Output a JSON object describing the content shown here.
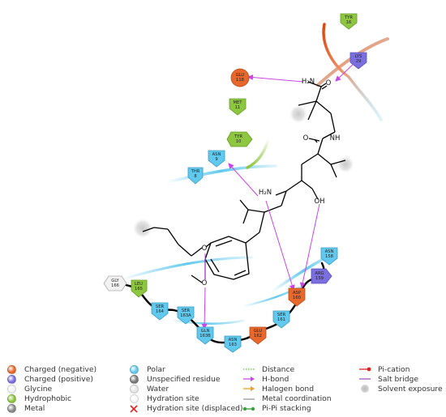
{
  "residues": [
    {
      "key": "tyr16",
      "name": "TYR",
      "num": "16",
      "type": "hydrophobic"
    },
    {
      "key": "lys29",
      "name": "LYS",
      "num": "29",
      "type": "positive"
    },
    {
      "key": "glu118",
      "name": "GLU",
      "num": "118",
      "type": "negative"
    },
    {
      "key": "met11",
      "name": "MET",
      "num": "11",
      "type": "hydrophobic"
    },
    {
      "key": "tyr10",
      "name": "TYR",
      "num": "10",
      "type": "hydrophobic"
    },
    {
      "key": "asn9",
      "name": "ASN",
      "num": "9",
      "type": "polar"
    },
    {
      "key": "thr8",
      "name": "THR",
      "num": "8",
      "type": "polar"
    },
    {
      "key": "asn158",
      "name": "ASN",
      "num": "158",
      "type": "polar"
    },
    {
      "key": "arg159",
      "name": "ARG",
      "num": "159",
      "type": "positive"
    },
    {
      "key": "asp160",
      "name": "ASP",
      "num": "160",
      "type": "negative"
    },
    {
      "key": "ser161",
      "name": "SER",
      "num": "161",
      "type": "polar"
    },
    {
      "key": "glu162",
      "name": "GLU",
      "num": "162",
      "type": "negative"
    },
    {
      "key": "asn163",
      "name": "ASN",
      "num": "163",
      "type": "polar"
    },
    {
      "key": "gln163b",
      "name": "GLN",
      "num": "163B",
      "type": "polar"
    },
    {
      "key": "ser163a",
      "name": "SER",
      "num": "163A",
      "type": "polar"
    },
    {
      "key": "ser164",
      "name": "SER",
      "num": "164",
      "type": "polar"
    },
    {
      "key": "leu165",
      "name": "LEU",
      "num": "165",
      "type": "hydrophobic"
    },
    {
      "key": "gly166",
      "name": "GLY",
      "num": "166",
      "type": "glycine"
    }
  ],
  "atoms": {
    "nh2_amide": "H₂N",
    "o_amide": "O",
    "nh": "NH",
    "o_carbonyl": "O",
    "nh2": "H₂N",
    "oh": "OH",
    "o_ether1": "O",
    "o_ether2": "O"
  },
  "colors": {
    "negative": "#e8672a",
    "positive": "#7b6fe0",
    "glycine": "#f2f2f2",
    "hydrophobic": "#8dc63f",
    "metal": "#9a9a9a",
    "polar": "#62c9ee",
    "unspecified": "#8a8a8a",
    "water": "#e6e6e6",
    "hbond": "#cc44e8",
    "halogen": "#e8a020",
    "distance": "#7bd36b",
    "pipi": "#3aa23a",
    "pication": "#dd2222",
    "saltbridge": "#9b59b6",
    "exposure": "#cfcfcf"
  },
  "legend": {
    "col1": [
      {
        "label": "Charged (negative)",
        "icon": "ball-icon",
        "color": "#e8672a"
      },
      {
        "label": "Charged (positive)",
        "icon": "ball-icon",
        "color": "#7b6fe0"
      },
      {
        "label": "Glycine",
        "icon": "ball-icon",
        "color": "#f2f2f2"
      },
      {
        "label": "Hydrophobic",
        "icon": "ball-icon",
        "color": "#8dc63f"
      },
      {
        "label": "Metal",
        "icon": "ball-icon",
        "color": "#8a8a8a"
      }
    ],
    "col2": [
      {
        "label": "Polar",
        "icon": "ball-icon",
        "color": "#62c9ee"
      },
      {
        "label": "Unspecified residue",
        "icon": "ball-icon",
        "color": "#7a7a7a"
      },
      {
        "label": "Water",
        "icon": "ball-icon",
        "color": "#e6e6e6"
      },
      {
        "label": "Hydration site",
        "icon": "ball-icon",
        "color": "#f7f7f7"
      },
      {
        "label": "Hydration site (displaced)",
        "icon": "cross-icon",
        "color": "#dd2222"
      }
    ],
    "col3": [
      {
        "label": "Distance",
        "icon": "dotted-line-icon",
        "color": "#7bd36b"
      },
      {
        "label": "H-bond",
        "icon": "arrow-icon",
        "color": "#cc44e8"
      },
      {
        "label": "Halogen bond",
        "icon": "arrow-icon",
        "color": "#e8a020"
      },
      {
        "label": "Metal coordination",
        "icon": "line-icon",
        "color": "#999999"
      },
      {
        "label": "Pi-Pi stacking",
        "icon": "dumbbell-icon",
        "color": "#3aa23a"
      }
    ],
    "col4": [
      {
        "label": "Pi-cation",
        "icon": "dot-line-icon",
        "color": "#dd2222"
      },
      {
        "label": "Salt bridge",
        "icon": "line-icon",
        "color": "#9b59b6"
      },
      {
        "label": "Solvent exposure",
        "icon": "exposure-icon",
        "color": "#cfcfcf"
      }
    ]
  }
}
